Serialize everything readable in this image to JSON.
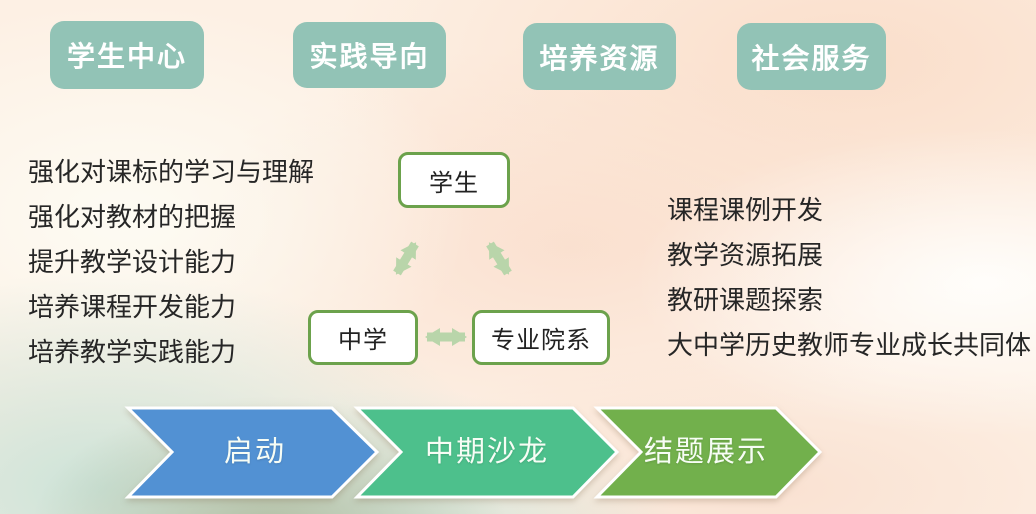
{
  "pillars": {
    "items": [
      {
        "label": "学生中心"
      },
      {
        "label": "实践导向"
      },
      {
        "label": "培养资源"
      },
      {
        "label": "社会服务"
      }
    ]
  },
  "left_goals": {
    "items": [
      "强化对课标的学习与理解",
      "强化对教材的把握",
      "提升教学设计能力",
      "培养课程开发能力",
      "培养教学实践能力"
    ]
  },
  "right_outcomes": {
    "items": [
      "课程课例开发",
      "教学资源拓展",
      "教研课题探索",
      "大中学历史教师专业成长共同体"
    ]
  },
  "triangle": {
    "top_label": "学生",
    "left_label": "中学",
    "right_label": "专业院系"
  },
  "process": {
    "steps": [
      {
        "label": "启动",
        "color": "#5291d3"
      },
      {
        "label": "中期沙龙",
        "color": "#4dc08c"
      },
      {
        "label": "结题展示",
        "color": "#72b04c"
      }
    ]
  },
  "colors": {
    "pillar_bg": "#92c3b6",
    "node_border": "#6ca24c",
    "arrow": "#b9d5aa",
    "chevron_outline": "#ffffff",
    "background_base": "#fdf0e4",
    "background_mint": "#cbe3d8",
    "background_peach": "#fadcc9"
  }
}
